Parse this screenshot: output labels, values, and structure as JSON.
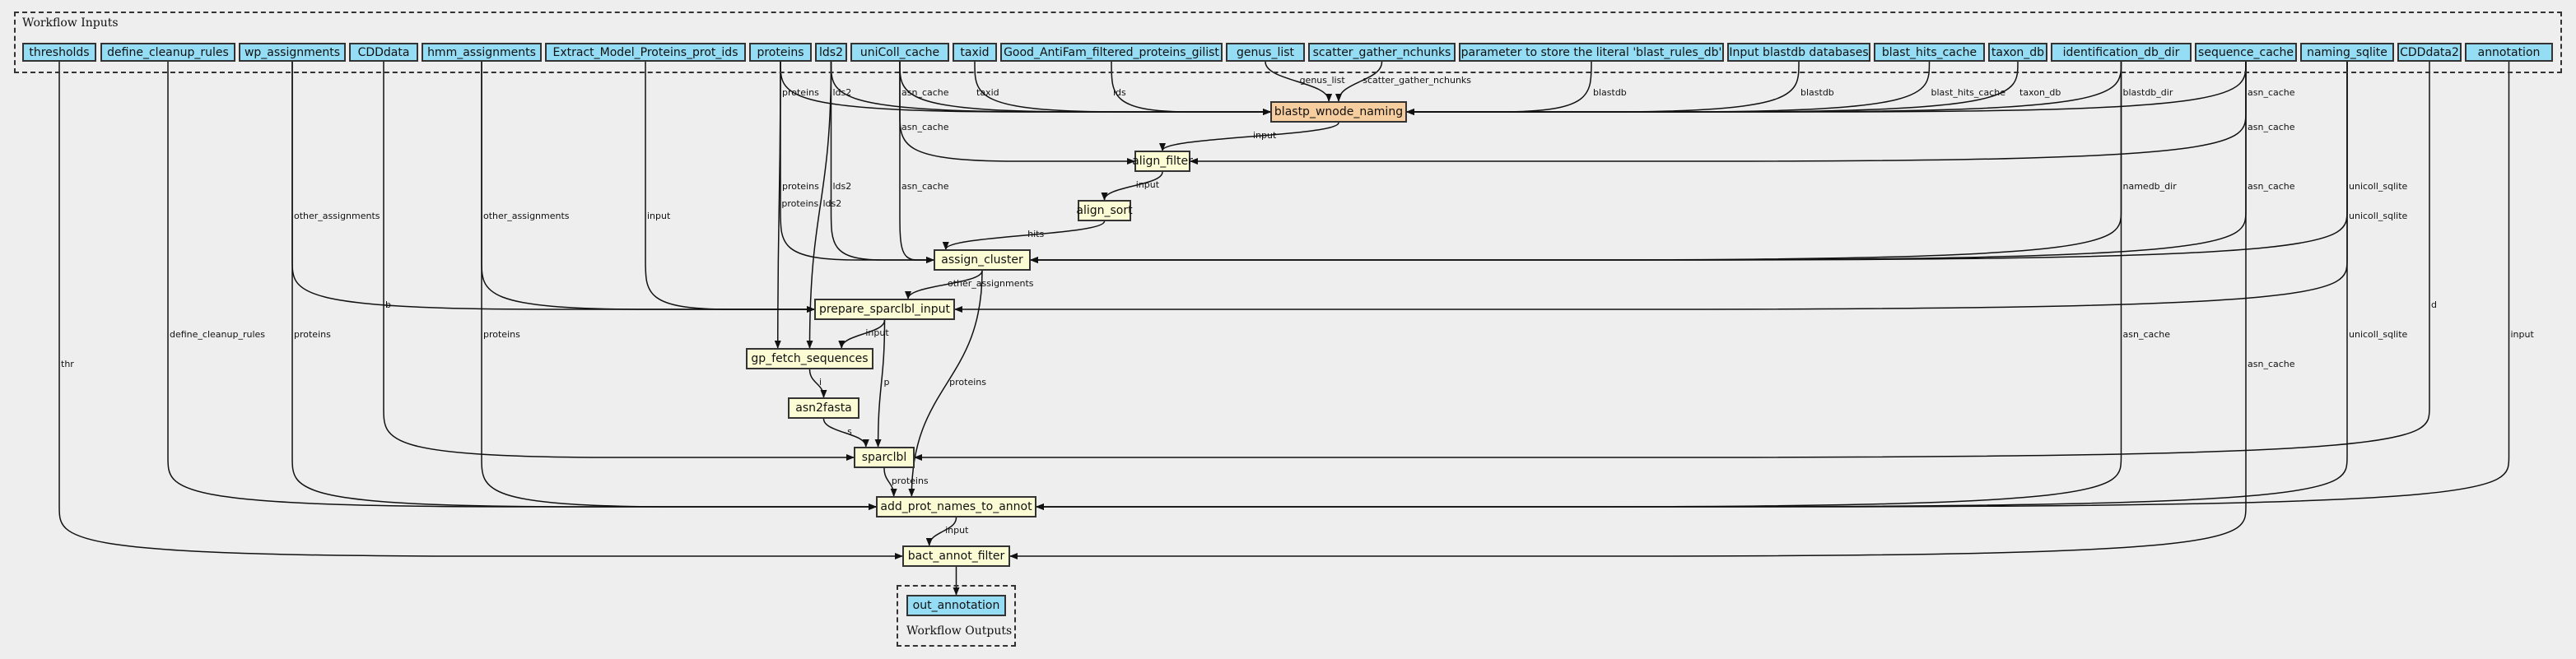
{
  "clusters": {
    "inputs_label": "Workflow Inputs",
    "outputs_label": "Workflow Outputs"
  },
  "inputs": [
    {
      "id": "thresholds",
      "label": "thresholds"
    },
    {
      "id": "define_cleanup_rules",
      "label": "define_cleanup_rules"
    },
    {
      "id": "wp_assignments",
      "label": "wp_assignments"
    },
    {
      "id": "CDDdata",
      "label": "CDDdata"
    },
    {
      "id": "hmm_assignments",
      "label": "hmm_assignments"
    },
    {
      "id": "Extract_Model_Proteins_prot_ids",
      "label": "Extract_Model_Proteins_prot_ids"
    },
    {
      "id": "proteins",
      "label": "proteins"
    },
    {
      "id": "lds2",
      "label": "lds2"
    },
    {
      "id": "uniColl_cache",
      "label": "uniColl_cache"
    },
    {
      "id": "taxid",
      "label": "taxid"
    },
    {
      "id": "Good_AntiFam_filtered_proteins_gilist",
      "label": "Good_AntiFam_filtered_proteins_gilist"
    },
    {
      "id": "genus_list",
      "label": "genus_list"
    },
    {
      "id": "scatter_gather_nchunks",
      "label": "scatter_gather_nchunks"
    },
    {
      "id": "blast_rules_db",
      "label": "parameter to store the literal 'blast_rules_db'"
    },
    {
      "id": "blastdb",
      "label": "Input blastdb databases"
    },
    {
      "id": "blast_hits_cache",
      "label": "blast_hits_cache"
    },
    {
      "id": "taxon_db",
      "label": "taxon_db"
    },
    {
      "id": "identification_db_dir",
      "label": "identification_db_dir"
    },
    {
      "id": "sequence_cache",
      "label": "sequence_cache"
    },
    {
      "id": "naming_sqlite",
      "label": "naming_sqlite"
    },
    {
      "id": "CDDdata2",
      "label": "CDDdata2"
    },
    {
      "id": "annotation",
      "label": "annotation"
    }
  ],
  "steps": [
    {
      "id": "blastp_wnode_naming",
      "label": "blastp_wnode_naming",
      "highlight": true
    },
    {
      "id": "align_filter",
      "label": "align_filter"
    },
    {
      "id": "align_sort",
      "label": "align_sort"
    },
    {
      "id": "assign_cluster",
      "label": "assign_cluster"
    },
    {
      "id": "prepare_sparclbl_input",
      "label": "prepare_sparclbl_input"
    },
    {
      "id": "gp_fetch_sequences",
      "label": "gp_fetch_sequences"
    },
    {
      "id": "asn2fasta",
      "label": "asn2fasta"
    },
    {
      "id": "sparclbl",
      "label": "sparclbl"
    },
    {
      "id": "add_prot_names_to_annot",
      "label": "add_prot_names_to_annot"
    },
    {
      "id": "bact_annot_filter",
      "label": "bact_annot_filter"
    }
  ],
  "outputs": [
    {
      "id": "out_annotation",
      "label": "out_annotation"
    }
  ],
  "edges": [
    {
      "from": "proteins",
      "to": "blastp_wnode_naming",
      "label": "proteins"
    },
    {
      "from": "lds2",
      "to": "blastp_wnode_naming",
      "label": "lds2"
    },
    {
      "from": "uniColl_cache",
      "to": "blastp_wnode_naming",
      "label": "asn_cache"
    },
    {
      "from": "taxid",
      "to": "blastp_wnode_naming",
      "label": "taxid"
    },
    {
      "from": "Good_AntiFam_filtered_proteins_gilist",
      "to": "blastp_wnode_naming",
      "label": "ids"
    },
    {
      "from": "genus_list",
      "to": "blastp_wnode_naming",
      "label": "genus_list"
    },
    {
      "from": "scatter_gather_nchunks",
      "to": "blastp_wnode_naming",
      "label": "scatter_gather_nchunks"
    },
    {
      "from": "blast_rules_db",
      "to": "blastp_wnode_naming",
      "label": "blastdb"
    },
    {
      "from": "blastdb",
      "to": "blastp_wnode_naming",
      "label": "blastdb"
    },
    {
      "from": "blast_hits_cache",
      "to": "blastp_wnode_naming",
      "label": "blast_hits_cache"
    },
    {
      "from": "taxon_db",
      "to": "blastp_wnode_naming",
      "label": "taxon_db"
    },
    {
      "from": "identification_db_dir",
      "to": "blastp_wnode_naming",
      "label": "blastdb_dir"
    },
    {
      "from": "sequence_cache",
      "to": "blastp_wnode_naming",
      "label": "asn_cache"
    },
    {
      "from": "uniColl_cache",
      "to": "align_filter",
      "label": "asn_cache"
    },
    {
      "from": "blastp_wnode_naming",
      "to": "align_filter",
      "label": "input"
    },
    {
      "from": "sequence_cache",
      "to": "align_filter",
      "label": "asn_cache"
    },
    {
      "from": "align_filter",
      "to": "align_sort",
      "label": "input"
    },
    {
      "from": "align_sort",
      "to": "assign_cluster",
      "label": "hits"
    },
    {
      "from": "proteins",
      "to": "assign_cluster",
      "label": "proteins"
    },
    {
      "from": "lds2",
      "to": "assign_cluster",
      "label": "lds2"
    },
    {
      "from": "uniColl_cache",
      "to": "assign_cluster",
      "label": "asn_cache"
    },
    {
      "from": "identification_db_dir",
      "to": "assign_cluster",
      "label": "namedb_dir"
    },
    {
      "from": "sequence_cache",
      "to": "assign_cluster",
      "label": "asn_cache"
    },
    {
      "from": "naming_sqlite",
      "to": "assign_cluster",
      "label": "unicoll_sqlite"
    },
    {
      "from": "wp_assignments",
      "to": "prepare_sparclbl_input",
      "label": "other_assignments"
    },
    {
      "from": "hmm_assignments",
      "to": "prepare_sparclbl_input",
      "label": "other_assignments"
    },
    {
      "from": "Extract_Model_Proteins_prot_ids",
      "to": "prepare_sparclbl_input",
      "label": "input"
    },
    {
      "from": "assign_cluster",
      "to": "prepare_sparclbl_input",
      "label": "other_assignments"
    },
    {
      "from": "naming_sqlite",
      "to": "prepare_sparclbl_input",
      "label": "unicoll_sqlite"
    },
    {
      "from": "proteins",
      "to": "gp_fetch_sequences",
      "label": "proteins"
    },
    {
      "from": "lds2",
      "to": "gp_fetch_sequences",
      "label": "lds2"
    },
    {
      "from": "prepare_sparclbl_input",
      "to": "gp_fetch_sequences",
      "label": "input"
    },
    {
      "from": "gp_fetch_sequences",
      "to": "asn2fasta",
      "label": "i"
    },
    {
      "from": "asn2fasta",
      "to": "sparclbl",
      "label": "s"
    },
    {
      "from": "prepare_sparclbl_input",
      "to": "sparclbl",
      "label": "p"
    },
    {
      "from": "CDDdata",
      "to": "sparclbl",
      "label": "b"
    },
    {
      "from": "CDDdata2",
      "to": "sparclbl",
      "label": "d"
    },
    {
      "from": "sparclbl",
      "to": "add_prot_names_to_annot",
      "label": "proteins"
    },
    {
      "from": "assign_cluster",
      "to": "add_prot_names_to_annot",
      "label": "proteins"
    },
    {
      "from": "define_cleanup_rules",
      "to": "add_prot_names_to_annot",
      "label": "define_cleanup_rules"
    },
    {
      "from": "wp_assignments",
      "to": "add_prot_names_to_annot",
      "label": "proteins"
    },
    {
      "from": "hmm_assignments",
      "to": "add_prot_names_to_annot",
      "label": "proteins"
    },
    {
      "from": "identification_db_dir",
      "to": "add_prot_names_to_annot",
      "label": "asn_cache"
    },
    {
      "from": "naming_sqlite",
      "to": "add_prot_names_to_annot",
      "label": "unicoll_sqlite"
    },
    {
      "from": "annotation",
      "to": "add_prot_names_to_annot",
      "label": "input"
    },
    {
      "from": "add_prot_names_to_annot",
      "to": "bact_annot_filter",
      "label": "input"
    },
    {
      "from": "thresholds",
      "to": "bact_annot_filter",
      "label": "thr"
    },
    {
      "from": "sequence_cache",
      "to": "bact_annot_filter",
      "label": "asn_cache"
    },
    {
      "from": "bact_annot_filter",
      "to": "out_annotation",
      "label": ""
    }
  ]
}
